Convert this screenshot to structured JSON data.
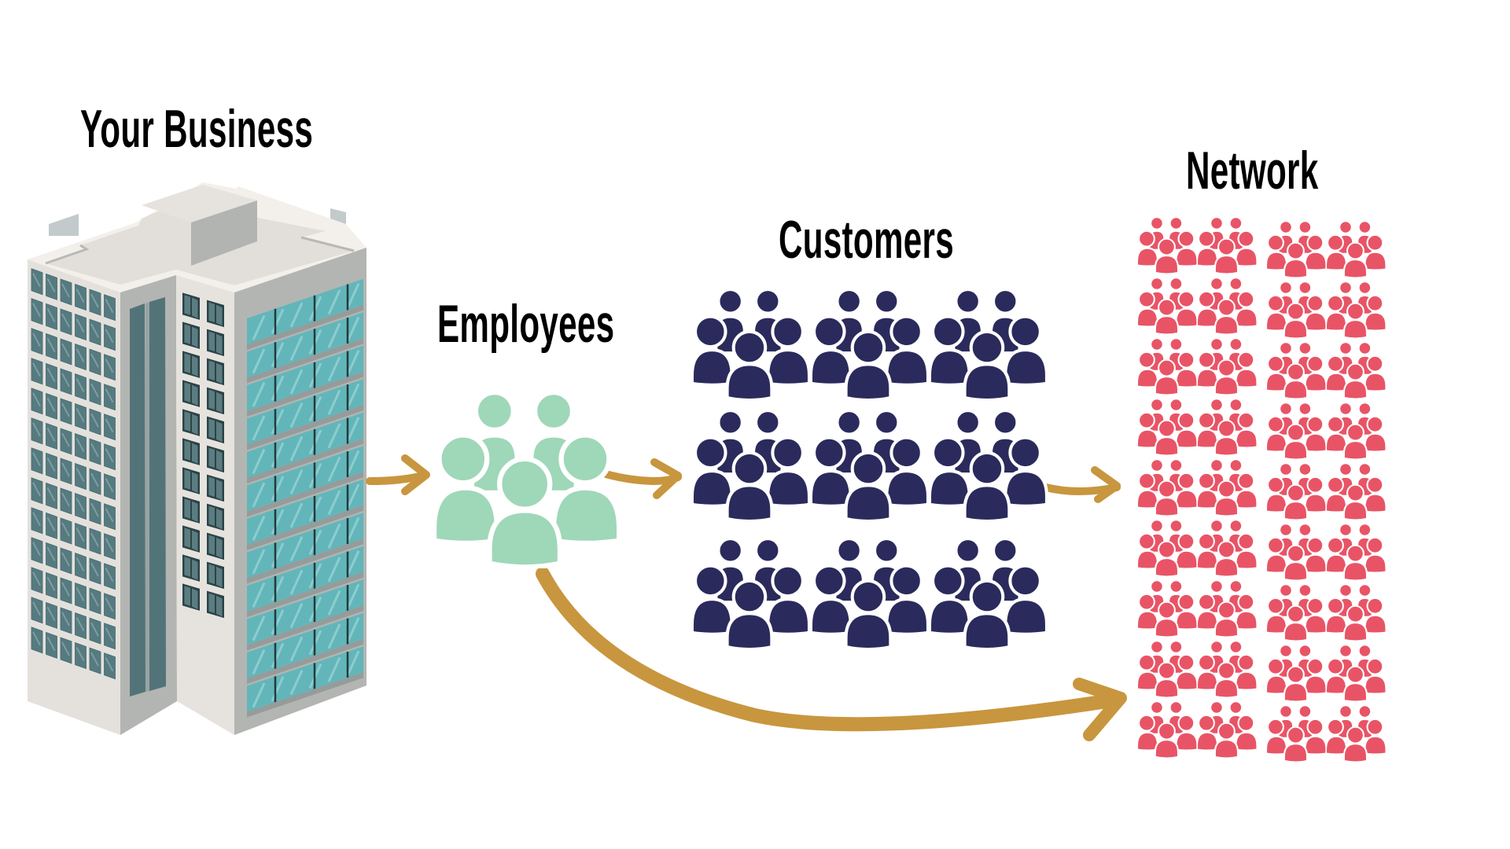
{
  "diagram": {
    "title_business": "Your Business",
    "title_employees": "Employees",
    "title_customers": "Customers",
    "title_network": "Network"
  },
  "colors": {
    "arrow": "#c8963e",
    "employees": "#9fd7b9",
    "customers": "#2b2a5c",
    "network": "#e85466"
  },
  "nodes": [
    {
      "id": "business",
      "label": "Your Business",
      "icon": "office-building-icon"
    },
    {
      "id": "employees",
      "label": "Employees",
      "icon": "people-group-icon",
      "groups": 1
    },
    {
      "id": "customers",
      "label": "Customers",
      "icon": "people-group-icon",
      "groups": 9,
      "rows": 3,
      "cols": 3
    },
    {
      "id": "network",
      "label": "Network",
      "icon": "people-group-icon",
      "groups": 36,
      "rows": 9,
      "cols": 4
    }
  ],
  "edges": [
    {
      "from": "business",
      "to": "employees"
    },
    {
      "from": "employees",
      "to": "customers"
    },
    {
      "from": "customers",
      "to": "network"
    },
    {
      "from": "employees",
      "to": "network"
    }
  ]
}
